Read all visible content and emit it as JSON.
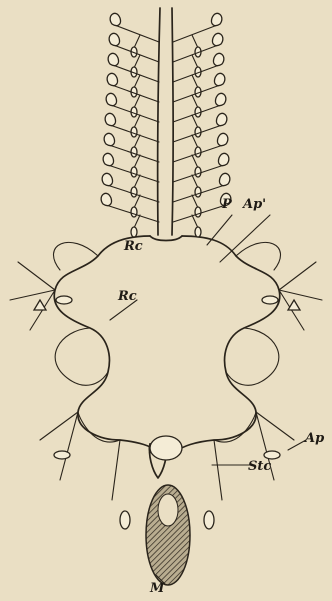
{
  "figure": {
    "labels": {
      "P": "P",
      "Ap_prime": "Ap'",
      "Rc_upper": "Rc",
      "Rc_left": "Rc",
      "Ap": "Ap",
      "Stc": "Stc",
      "M": "M"
    }
  }
}
